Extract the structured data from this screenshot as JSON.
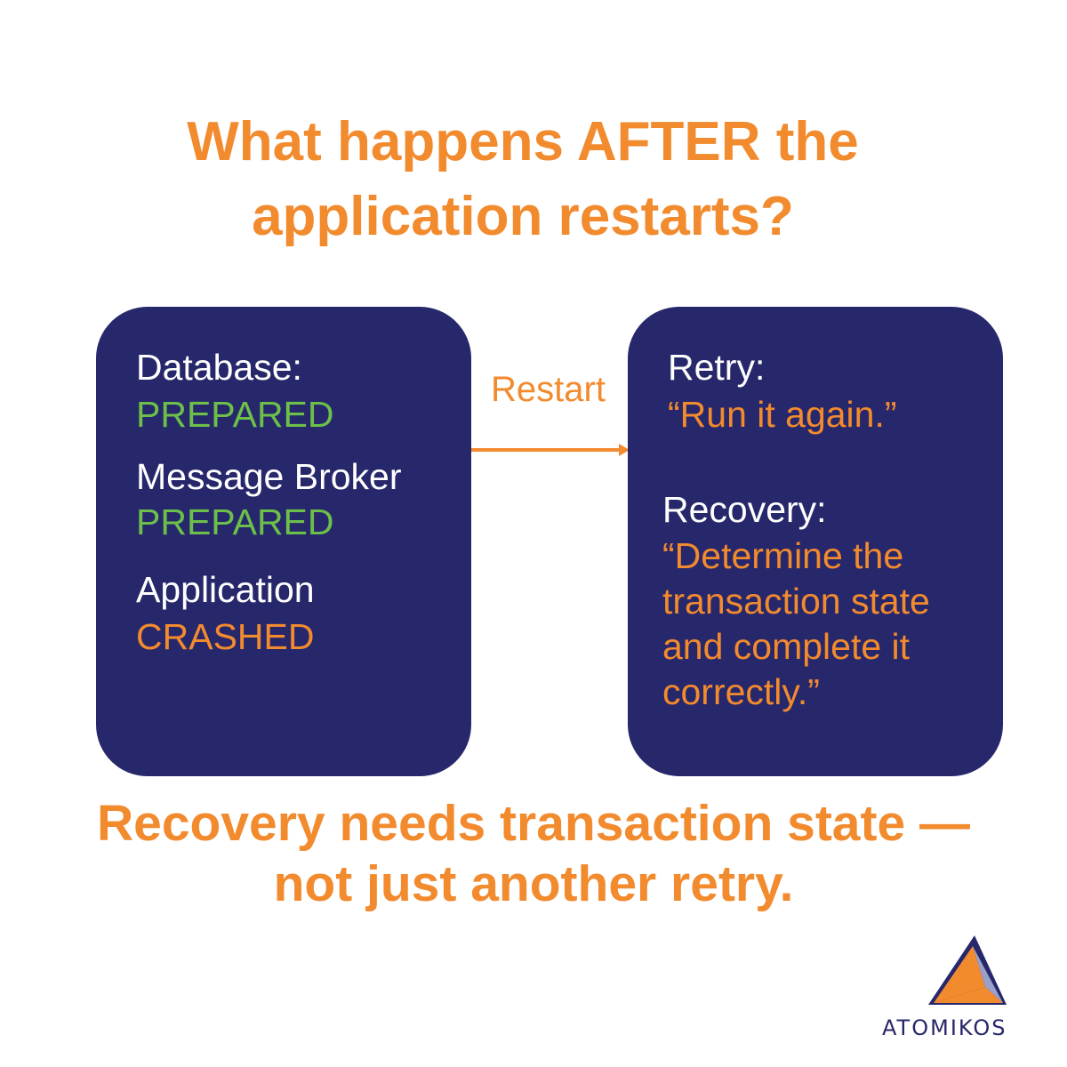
{
  "title": {
    "line1": "What happens AFTER the",
    "line2": "application restarts?"
  },
  "left_box": {
    "database_label": "Database:",
    "database_status": "PREPARED",
    "broker_label": "Message Broker",
    "broker_status": "PREPARED",
    "application_label": "Application",
    "application_status": "CRASHED"
  },
  "connector": {
    "label": "Restart"
  },
  "right_box": {
    "retry_label": "Retry:",
    "retry_text": "“Run it again.”",
    "recovery_label": "Recovery:",
    "recovery_lines": [
      "“Determine the",
      "transaction state",
      "and complete it",
      "correctly.”"
    ]
  },
  "footer": {
    "line1": "Recovery needs transaction state —",
    "line2": "not just another retry."
  },
  "logo": {
    "text": "ATOMIKOS",
    "icon": "triangle-logo-icon"
  },
  "colors": {
    "orange": "#f28a2e",
    "navy": "#27276b",
    "green": "#6cc04a",
    "white": "#ffffff"
  }
}
